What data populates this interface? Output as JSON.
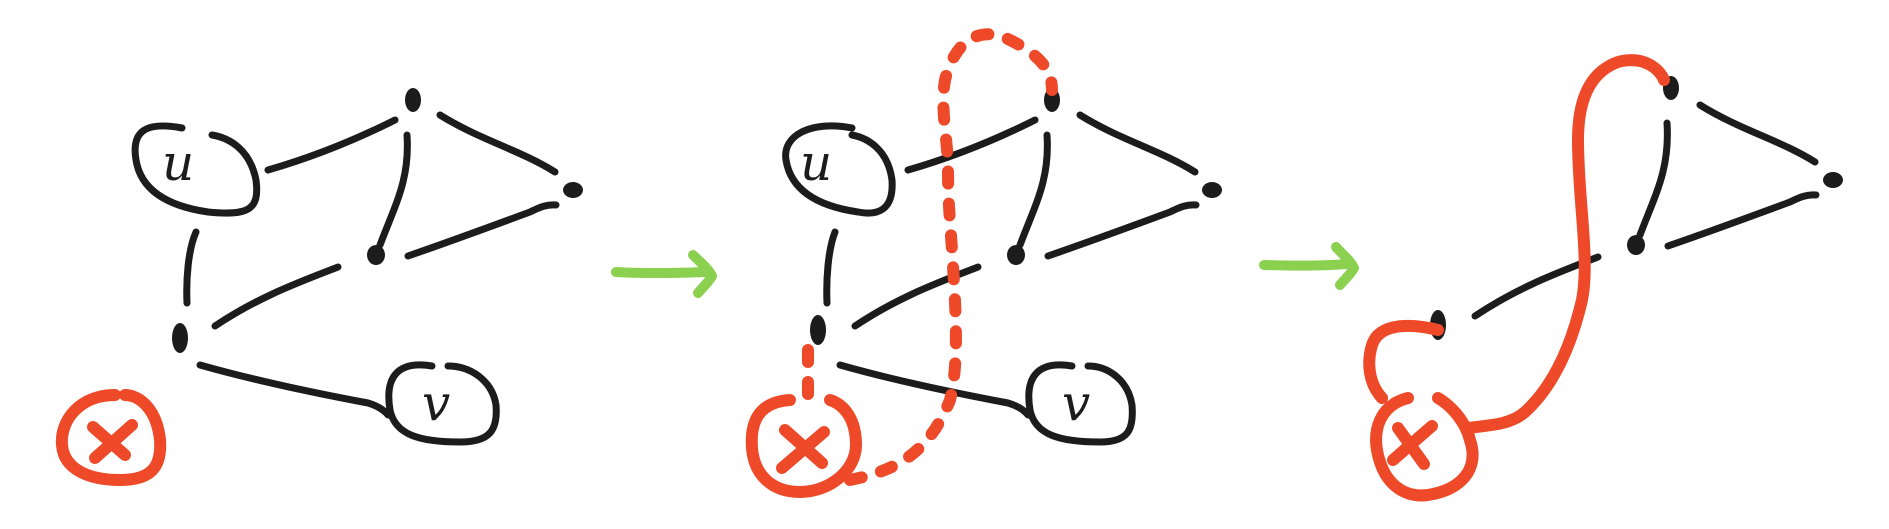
{
  "panels": [
    {
      "id": "before",
      "node_labels": {
        "u": "u",
        "v": "v"
      }
    },
    {
      "id": "middle",
      "node_labels": {
        "u": "u",
        "v": "v"
      }
    },
    {
      "id": "after",
      "node_labels": {}
    }
  ],
  "colors": {
    "graph_ink": "#1c1c1c",
    "removed_vertex": "#ee4a2a",
    "arrow": "#8cd050"
  },
  "icons": {
    "transition": "right-arrow-icon",
    "removed_marker": "cross-icon"
  }
}
